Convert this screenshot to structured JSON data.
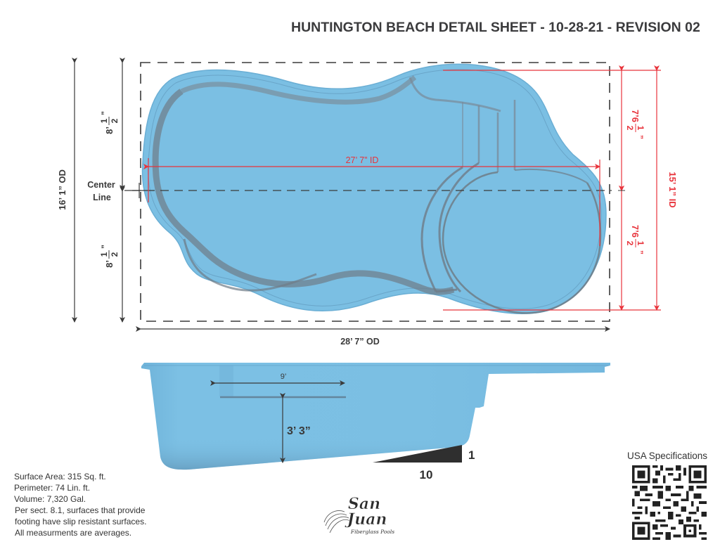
{
  "header": {
    "title": "HUNTINGTON BEACH DETAIL SHEET - 10-28-21 - REVISION 02"
  },
  "plan_view": {
    "overall_width_label": "28’ 7” OD",
    "overall_height_label": "16’ 1” OD",
    "interior_length_label": "27’ 7” ID",
    "interior_width_label": "15’ 1” ID",
    "half_height_left_top": {
      "whole": "8’",
      "num": "1",
      "den": "2",
      "unit": "”"
    },
    "half_height_left_bottom": {
      "whole": "8’",
      "num": "1",
      "den": "2",
      "unit": "”"
    },
    "half_width_right_top": {
      "whole": "7’6",
      "num": "1",
      "den": "2",
      "unit": "”"
    },
    "half_width_right_bottom": {
      "whole": "7’6",
      "num": "1",
      "den": "2",
      "unit": "”"
    },
    "center_line_label_1": "Center",
    "center_line_label_2": "Line"
  },
  "profile_view": {
    "bench_length_label": "9’",
    "depth_label": "3’ 3”",
    "slope_rise": "1",
    "slope_run": "10"
  },
  "specs": {
    "surface_area": "Surface Area:  315 Sq. ft.",
    "perimeter": "Perimeter:  74 Lin. ft.",
    "volume": "Volume:  7,320 Gal.",
    "note_1": "Per sect. 8.1, surfaces that provide",
    "note_2": "footing have slip resistant surfaces.",
    "note_3": "All measurments are averages."
  },
  "logo": {
    "line1": "San",
    "line2": "Juan",
    "tagline": "Fiberglass Pools"
  },
  "qr": {
    "label": "USA Specifications"
  },
  "colors": {
    "pool_blue": "#7bbfe3",
    "pool_edge": "#6aaed4",
    "shadow_gray": "#7a8690",
    "dimension_red": "#e8343c",
    "dimension_gray": "#3a3a3a"
  }
}
